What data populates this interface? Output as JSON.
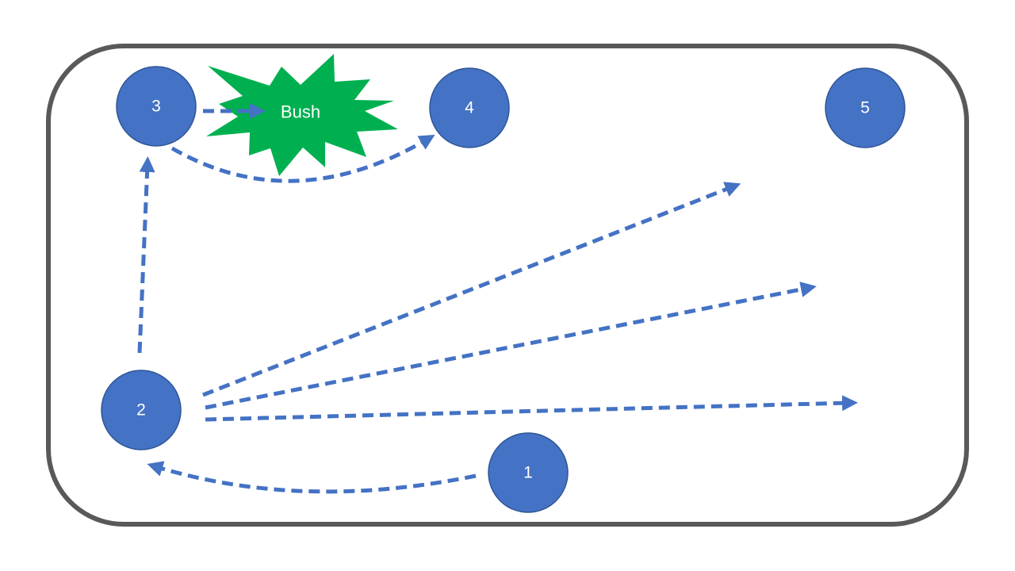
{
  "colors": {
    "frame": "#595959",
    "node_fill": "#4472C4",
    "node_stroke": "#2F5597",
    "arrow": "#4472C4",
    "bush_fill": "#00B050",
    "label": "#FFFFFF"
  },
  "nodes": [
    {
      "id": "3",
      "label": "3"
    },
    {
      "id": "4",
      "label": "4"
    },
    {
      "id": "5",
      "label": "5"
    },
    {
      "id": "2",
      "label": "2"
    },
    {
      "id": "1",
      "label": "1"
    }
  ],
  "bush": {
    "label": "Bush"
  },
  "edges": [
    {
      "from": "1",
      "to": "2",
      "style": "dashed"
    },
    {
      "from": "2",
      "to": "3",
      "style": "dashed"
    },
    {
      "from": "3",
      "to": "Bush",
      "style": "dashed"
    },
    {
      "from": "3",
      "to": "4",
      "style": "dashed"
    },
    {
      "from": "2",
      "to": "",
      "style": "dashed"
    },
    {
      "from": "2",
      "to": "",
      "style": "dashed"
    },
    {
      "from": "2",
      "to": "",
      "style": "dashed"
    }
  ]
}
